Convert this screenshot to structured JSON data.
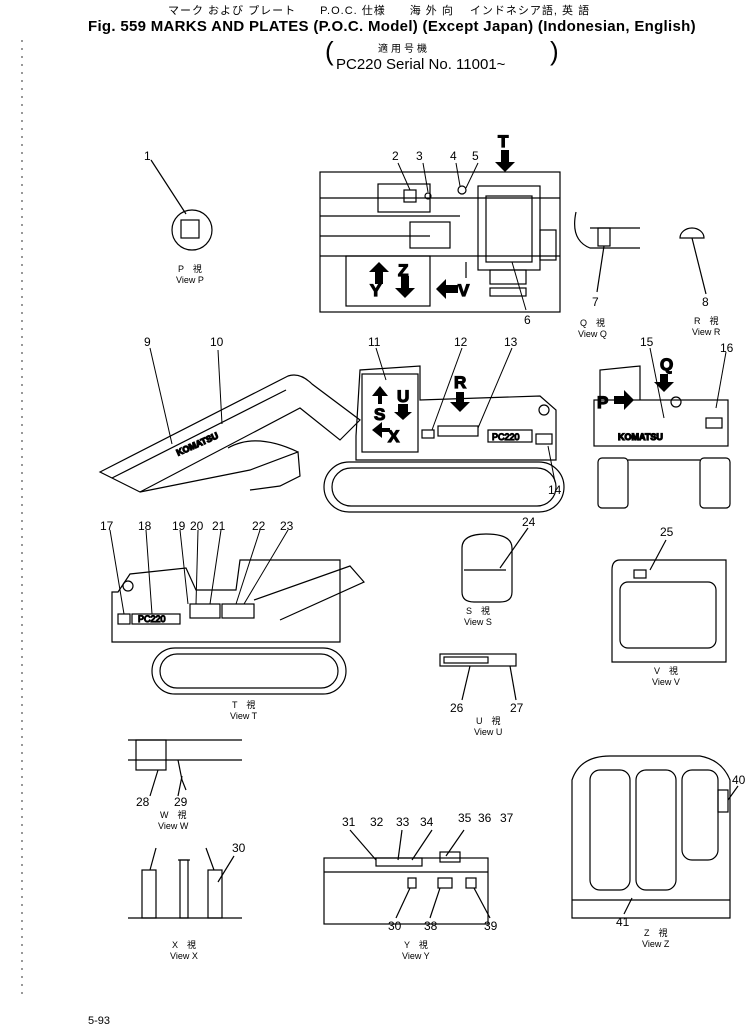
{
  "header": {
    "japanese_line": "マーク および プレート　　P.O.C. 仕様　　海 外 向　 インドネシア語, 英 語",
    "title": "Fig. 559  MARKS AND PLATES (P.O.C. Model) (Except Japan) (Indonesian, English)",
    "applicable_jp": "適用号機",
    "serial": "PC220 Serial No. 11001~"
  },
  "callouts": [
    "1",
    "2",
    "3",
    "4",
    "5",
    "6",
    "7",
    "8",
    "9",
    "10",
    "11",
    "12",
    "13",
    "14",
    "15",
    "16",
    "17",
    "18",
    "19",
    "20",
    "21",
    "22",
    "23",
    "24",
    "25",
    "26",
    "27",
    "28",
    "29",
    "30",
    "31",
    "32",
    "33",
    "34",
    "35",
    "36",
    "37",
    "38",
    "39",
    "40",
    "41"
  ],
  "callout_30_repeat": "30",
  "view_letters": {
    "T": "T",
    "V": "V",
    "Y": "Y",
    "Z": "Z",
    "S": "S",
    "U": "U",
    "X": "X",
    "R": "R",
    "Q": "Q",
    "P": "P"
  },
  "views": {
    "p": {
      "jp": "P　視",
      "en": "View P"
    },
    "q": {
      "jp": "Q　視",
      "en": "View Q"
    },
    "r": {
      "jp": "R　視",
      "en": "View R"
    },
    "s": {
      "jp": "S　視",
      "en": "View S"
    },
    "t": {
      "jp": "T　視",
      "en": "View T"
    },
    "u": {
      "jp": "U　視",
      "en": "View U"
    },
    "v": {
      "jp": "V　視",
      "en": "View V"
    },
    "w": {
      "jp": "W　視",
      "en": "View W"
    },
    "x": {
      "jp": "X　視",
      "en": "View X"
    },
    "y": {
      "jp": "Y　視",
      "en": "View Y"
    },
    "z": {
      "jp": "Z　視",
      "en": "View Z"
    }
  },
  "boom_text": "KOMATSU",
  "cw_text": "KOMATSU",
  "model_plate": "PC220",
  "footer": {
    "left": "5-93"
  }
}
